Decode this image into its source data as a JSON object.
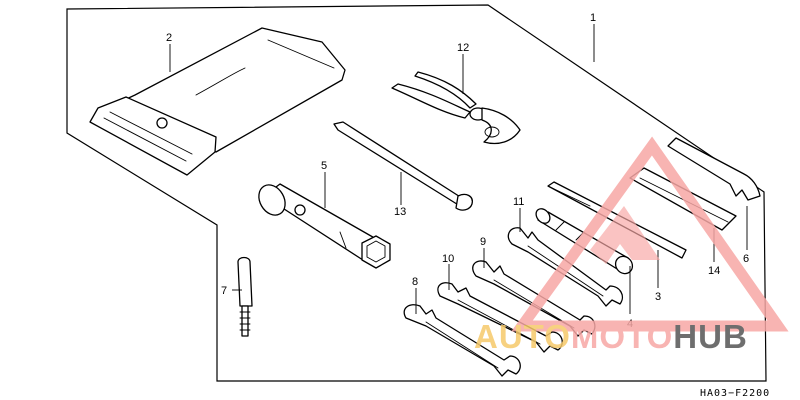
{
  "diagram": {
    "callouts": {
      "c1": "1",
      "c2": "2",
      "c3": "3",
      "c4": "4",
      "c5": "5",
      "c6": "6",
      "c7": "7",
      "c8": "8",
      "c9": "9",
      "c10": "10",
      "c11": "11",
      "c12": "12",
      "c13": "13",
      "c14": "14"
    },
    "drawing_code": "HA03−F2200"
  },
  "watermark": {
    "part1": "AUTO",
    "part2": "MOTO",
    "part3": "HUB",
    "colors": {
      "accent": "#f7a7a5",
      "gold": "#f6c96b",
      "dark": "#555555"
    }
  }
}
